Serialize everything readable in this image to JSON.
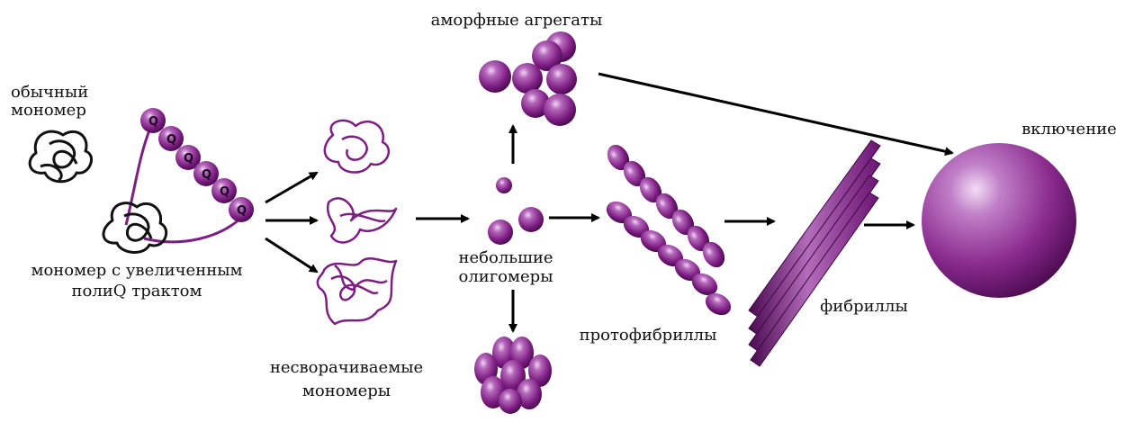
{
  "labels": {
    "normal_monomer_l1": "обычный",
    "normal_monomer_l2": "мономер",
    "expanded_monomer_l1": "мономер с увеличенным",
    "expanded_monomer_l2": "полиQ трактом",
    "misfolded_l1": "несворачиваемые",
    "misfolded_l2": "мономеры",
    "amorphous": "аморфные агрегаты",
    "oligomers_l1": "небольшие",
    "oligomers_l2": "олигомеры",
    "protofibrils": "протофибриллы",
    "fibrils": "фибриллы",
    "inclusion": "включение",
    "q": "Q"
  },
  "colors": {
    "purple_dark": "#5a1060",
    "purple": "#8a2a8e",
    "purple_light": "#c487cc",
    "line": "#000000"
  }
}
